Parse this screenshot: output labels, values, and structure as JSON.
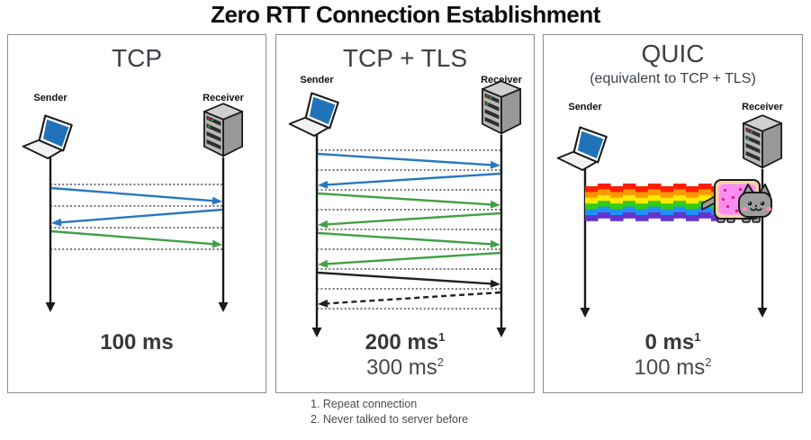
{
  "page_title": "Zero RTT Connection Establishment",
  "footnotes": [
    "1. Repeat connection",
    "2. Never talked to server before"
  ],
  "colors": {
    "blue": "#2878BE",
    "green": "#43A047",
    "black": "#222222",
    "laptop_screen": "#2272B9",
    "panel_border": "#8C8C8C",
    "rainbow": [
      "#FF1E02",
      "#FF9800",
      "#FFE900",
      "#33CC11",
      "#1E90FF",
      "#6633CC"
    ]
  },
  "panels": [
    {
      "id": "tcp",
      "title": "TCP",
      "sender_label": "Sender",
      "receiver_label": "Receiver",
      "messages": [
        {
          "color": "blue",
          "direction": "right",
          "style": "solid"
        },
        {
          "color": "blue",
          "direction": "left",
          "style": "solid"
        },
        {
          "color": "green",
          "direction": "right",
          "style": "solid"
        }
      ],
      "time_primary": "100 ms",
      "time_primary_sup": ""
    },
    {
      "id": "tcp-tls",
      "title": "TCP + TLS",
      "sender_label": "Sender",
      "receiver_label": "Receiver",
      "messages": [
        {
          "color": "blue",
          "direction": "right",
          "style": "solid"
        },
        {
          "color": "blue",
          "direction": "left",
          "style": "solid"
        },
        {
          "color": "green",
          "direction": "right",
          "style": "solid"
        },
        {
          "color": "green",
          "direction": "left",
          "style": "solid"
        },
        {
          "color": "green",
          "direction": "right",
          "style": "solid"
        },
        {
          "color": "green",
          "direction": "left",
          "style": "solid"
        },
        {
          "color": "black",
          "direction": "right",
          "style": "solid"
        },
        {
          "color": "black",
          "direction": "left",
          "style": "dashed"
        }
      ],
      "time_primary": "200 ms",
      "time_primary_sup": "1",
      "time_secondary": "300 ms",
      "time_secondary_sup": "2"
    },
    {
      "id": "quic",
      "title": "QUIC",
      "subtitle": "(equivalent to TCP + TLS)",
      "sender_label": "Sender",
      "receiver_label": "Receiver",
      "messages": [],
      "rainbow_trail": "nyan-cat",
      "time_primary": "0 ms",
      "time_primary_sup": "1",
      "time_secondary": "100 ms",
      "time_secondary_sup": "2"
    }
  ]
}
